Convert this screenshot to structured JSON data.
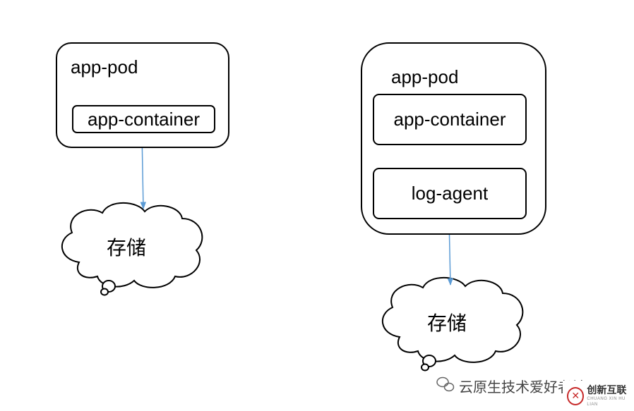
{
  "left": {
    "pod_label": "app-pod",
    "container_label": "app-container",
    "storage_label": "存储"
  },
  "right": {
    "pod_label": "app-pod",
    "container_label": "app-container",
    "agent_label": "log-agent",
    "storage_label": "存储"
  },
  "watermark": {
    "text": "云原生技术爱好者社区",
    "logo_cn": "创新互联",
    "logo_en": "CHUANG XIN HU LIAN"
  },
  "colors": {
    "arrow": "#5b9bd5",
    "stroke": "#000000",
    "logo": "#c72a2a"
  }
}
